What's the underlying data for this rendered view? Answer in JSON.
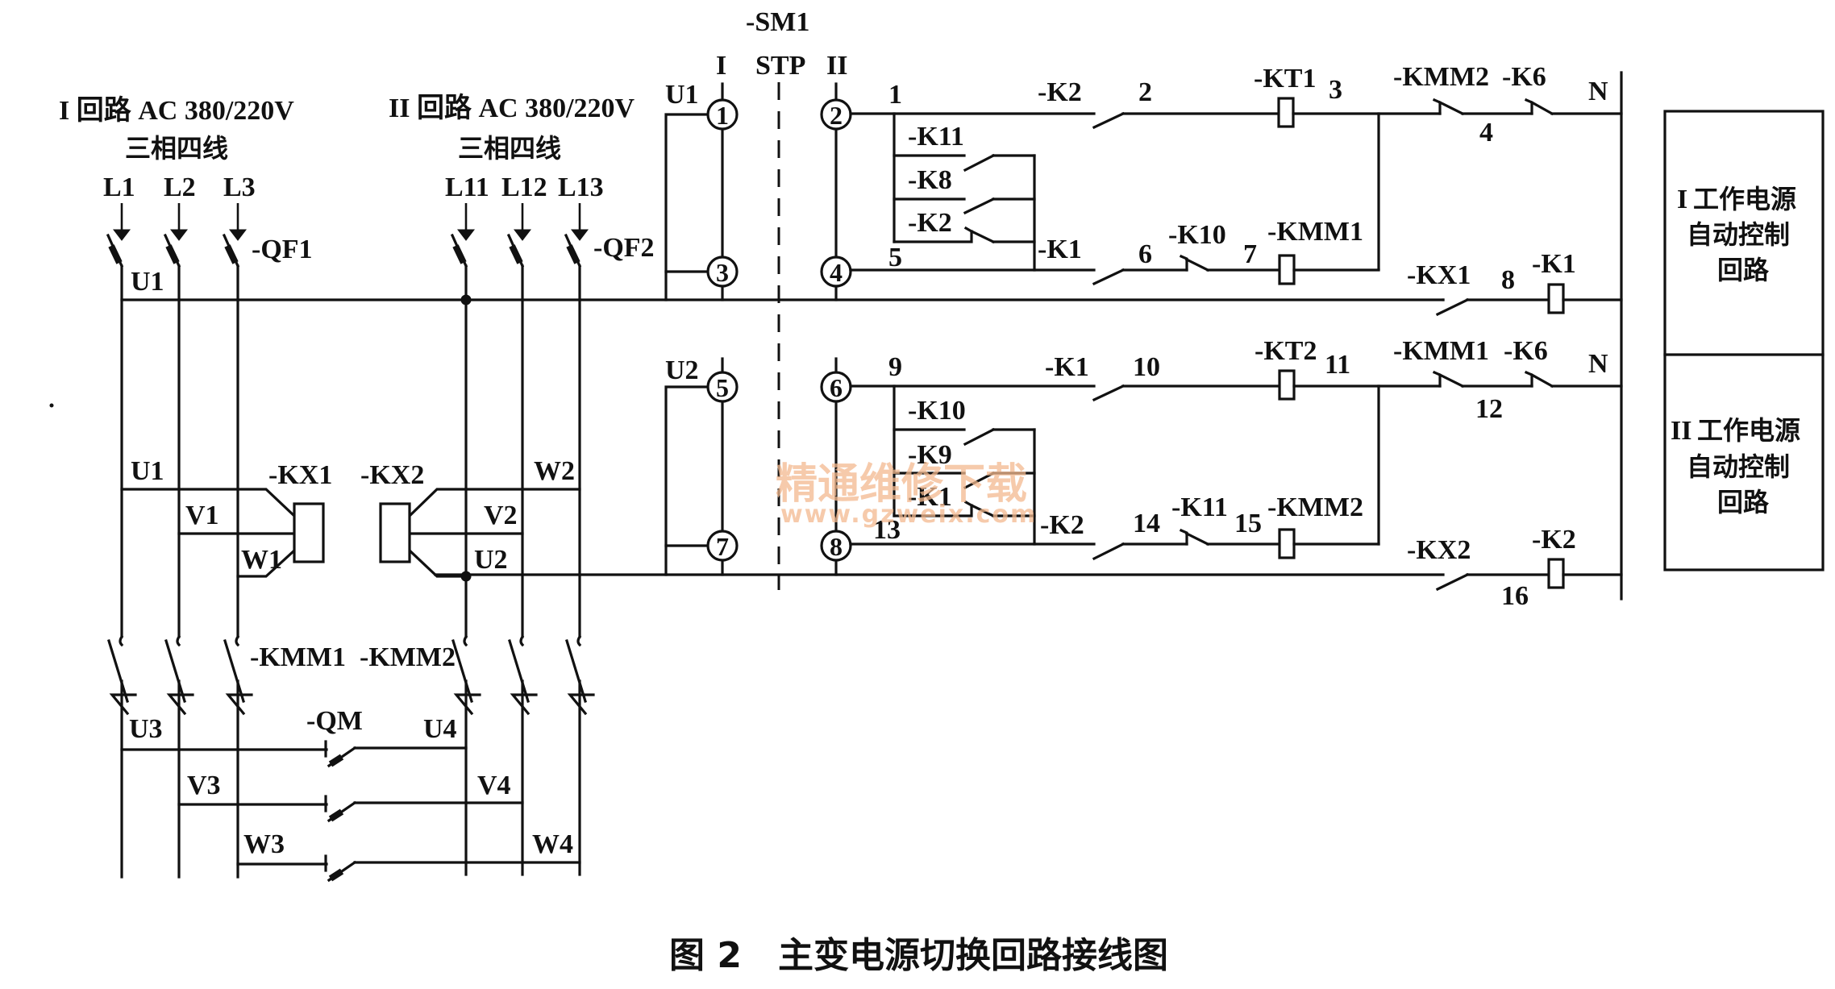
{
  "figure": {
    "caption_number": "图 2",
    "caption_title": "主变电源切换回路接线图"
  },
  "sources": {
    "circuit1": {
      "title": "I 回路 AC 380/220V",
      "subtitle": "三相四线",
      "phases": [
        "L1",
        "L2",
        "L3"
      ],
      "breaker": "-QF1",
      "bus_label": "U1"
    },
    "circuit2": {
      "title": "II 回路 AC 380/220V",
      "subtitle": "三相四线",
      "phases": [
        "L11",
        "L12",
        "L13"
      ],
      "breaker": "-QF2"
    }
  },
  "power_section": {
    "kx1": {
      "label": "-KX1",
      "terminals": [
        "U1",
        "V1",
        "W1"
      ]
    },
    "kx2": {
      "label": "-KX2",
      "terminals": [
        "W2",
        "V2",
        "U2"
      ]
    },
    "contactors": [
      "-KMM1",
      "-KMM2"
    ],
    "transfer_switch": "-QM",
    "outputs_left": [
      "U3",
      "V3",
      "W3"
    ],
    "outputs_right": [
      "U4",
      "V4",
      "W4"
    ]
  },
  "selector": {
    "label": "-SM1",
    "positions": [
      "I",
      "STP",
      "II"
    ],
    "upper_supply": "U1",
    "lower_supply": "U2",
    "terminals": [
      "1",
      "2",
      "3",
      "4",
      "5",
      "6",
      "7",
      "8"
    ]
  },
  "control_upper": {
    "nodes": [
      "1",
      "2",
      "3",
      "4",
      "5",
      "6",
      "7",
      "8"
    ],
    "contacts": {
      "k2_no": "-K2",
      "k11": "-K11",
      "k8": "-K8",
      "k2_par": "-K2",
      "k1_no": "-K1",
      "k10_nc": "-K10",
      "kmm2_nc": "-KMM2",
      "k6_nc": "-K6",
      "kx1_no": "-KX1"
    },
    "coils": {
      "timer": "-KT1",
      "contactor": "-KMM1",
      "relay": "-K1"
    },
    "neutral": "N"
  },
  "control_lower": {
    "nodes": [
      "9",
      "10",
      "11",
      "12",
      "13",
      "14",
      "15",
      "16"
    ],
    "contacts": {
      "k1_no": "-K1",
      "k10": "-K10",
      "k9": "-K9",
      "k1_par": "-K1",
      "k2_no": "-K2",
      "k11_nc": "-K11",
      "kmm1_nc": "-KMM1",
      "k6_nc": "-K6",
      "kx2_no": "-KX2"
    },
    "coils": {
      "timer": "-KT2",
      "contactor": "-KMM2",
      "relay": "-K2"
    },
    "neutral": "N"
  },
  "blocks": [
    {
      "prefix": "I",
      "line1": "工作电源",
      "line2": "自动控制",
      "line3": "回路"
    },
    {
      "prefix": "II",
      "line1": "工作电源",
      "line2": "自动控制",
      "line3": "回路"
    }
  ],
  "watermark": {
    "text": "精通维修下载",
    "url": "www.gzweix.com",
    "color": "#f3b98f"
  }
}
